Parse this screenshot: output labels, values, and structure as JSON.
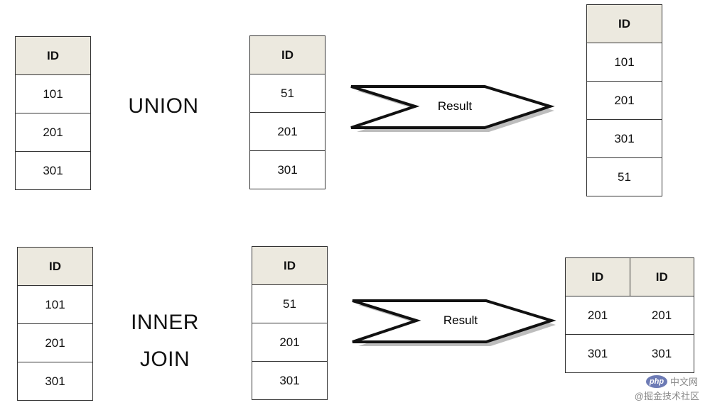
{
  "union": {
    "operator_label": "UNION",
    "left_table": {
      "header": "ID",
      "rows": [
        "101",
        "201",
        "301"
      ]
    },
    "right_table": {
      "header": "ID",
      "rows": [
        "51",
        "201",
        "301"
      ]
    },
    "arrow_label": "Result",
    "result_table": {
      "header": "ID",
      "rows": [
        "101",
        "201",
        "301",
        "51"
      ]
    }
  },
  "inner_join": {
    "operator_line1": "INNER",
    "operator_line2": "JOIN",
    "left_table": {
      "header": "ID",
      "rows": [
        "101",
        "201",
        "301"
      ]
    },
    "right_table": {
      "header": "ID",
      "rows": [
        "51",
        "201",
        "301"
      ]
    },
    "arrow_label": "Result",
    "result_table": {
      "headers": [
        "ID",
        "ID"
      ],
      "rows": [
        [
          "201",
          "201"
        ],
        [
          "301",
          "301"
        ]
      ]
    }
  },
  "watermark": {
    "logo": "php",
    "site": "中文网",
    "credit": "@掘金技术社区"
  }
}
